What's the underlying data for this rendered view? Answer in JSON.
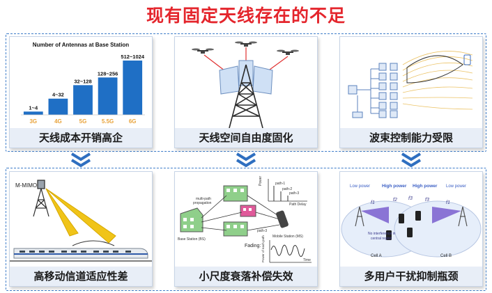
{
  "title": "现有固定天线存在的不足",
  "panels": [
    {
      "caption": "天线成本开销高企",
      "chart_data": {
        "type": "bar",
        "title": "Number of Antennas at Base Station",
        "categories": [
          "3G",
          "4G",
          "5G",
          "5.5G",
          "6G"
        ],
        "value_labels": [
          "1~4",
          "4~32",
          "32~128",
          "128~256",
          "512~1024"
        ],
        "values": [
          4,
          32,
          128,
          256,
          1024
        ],
        "colors": {
          "bar": "#1f6fc5",
          "category_label": "#e8a33b"
        }
      }
    },
    {
      "caption": "天线空间自由度固化"
    },
    {
      "caption": "波束控制能力受限"
    },
    {
      "caption": "高移动信道适应性差",
      "labels": {
        "mmimo": "M-MIMO"
      }
    },
    {
      "caption": "小尺度衰落补偿失效",
      "labels": {
        "multipath": "multi-path",
        "propagation": "propagation",
        "base_station": "Base Station (BS)",
        "mobile_station": "Mobile Station (MS)",
        "path1": "path-1",
        "path2": "path-2",
        "path3": "path-3",
        "path3b": "path-3",
        "path_delay": "Path Delay",
        "power": "Power",
        "fading": "Fading:",
        "power_each": "Power of each path",
        "time": "Time"
      }
    },
    {
      "caption": "多用户干扰抑制瓶颈",
      "labels": {
        "low_power_left": "Low power",
        "high_power_left": "High power",
        "high_power_right": "High power",
        "low_power_right": "Low power",
        "f1": "f1",
        "f2": "f2",
        "f3": "f3",
        "f3b": "f3",
        "f1b": "f1",
        "no_interference": "No interference in",
        "central_region": "central region",
        "cell_a": "Cell A",
        "cell_b": "Cell B"
      }
    }
  ]
}
